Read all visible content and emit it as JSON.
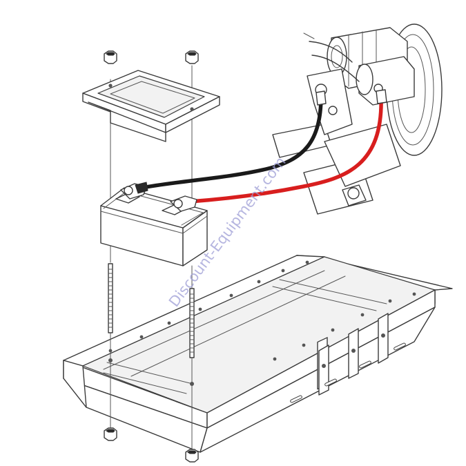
{
  "watermark": {
    "text": "Discount-Equipment.com",
    "color": "#9d9dd6"
  },
  "colors": {
    "line": "#3a3a3a",
    "negative_cable": "#1a1a1a",
    "positive_cable": "#d81e1e",
    "background": "#ffffff"
  },
  "components": [
    "hold-down-frame",
    "battery",
    "negative-cable",
    "positive-cable",
    "starter-motor",
    "battery-tray",
    "threaded-rods",
    "hex-nuts"
  ]
}
